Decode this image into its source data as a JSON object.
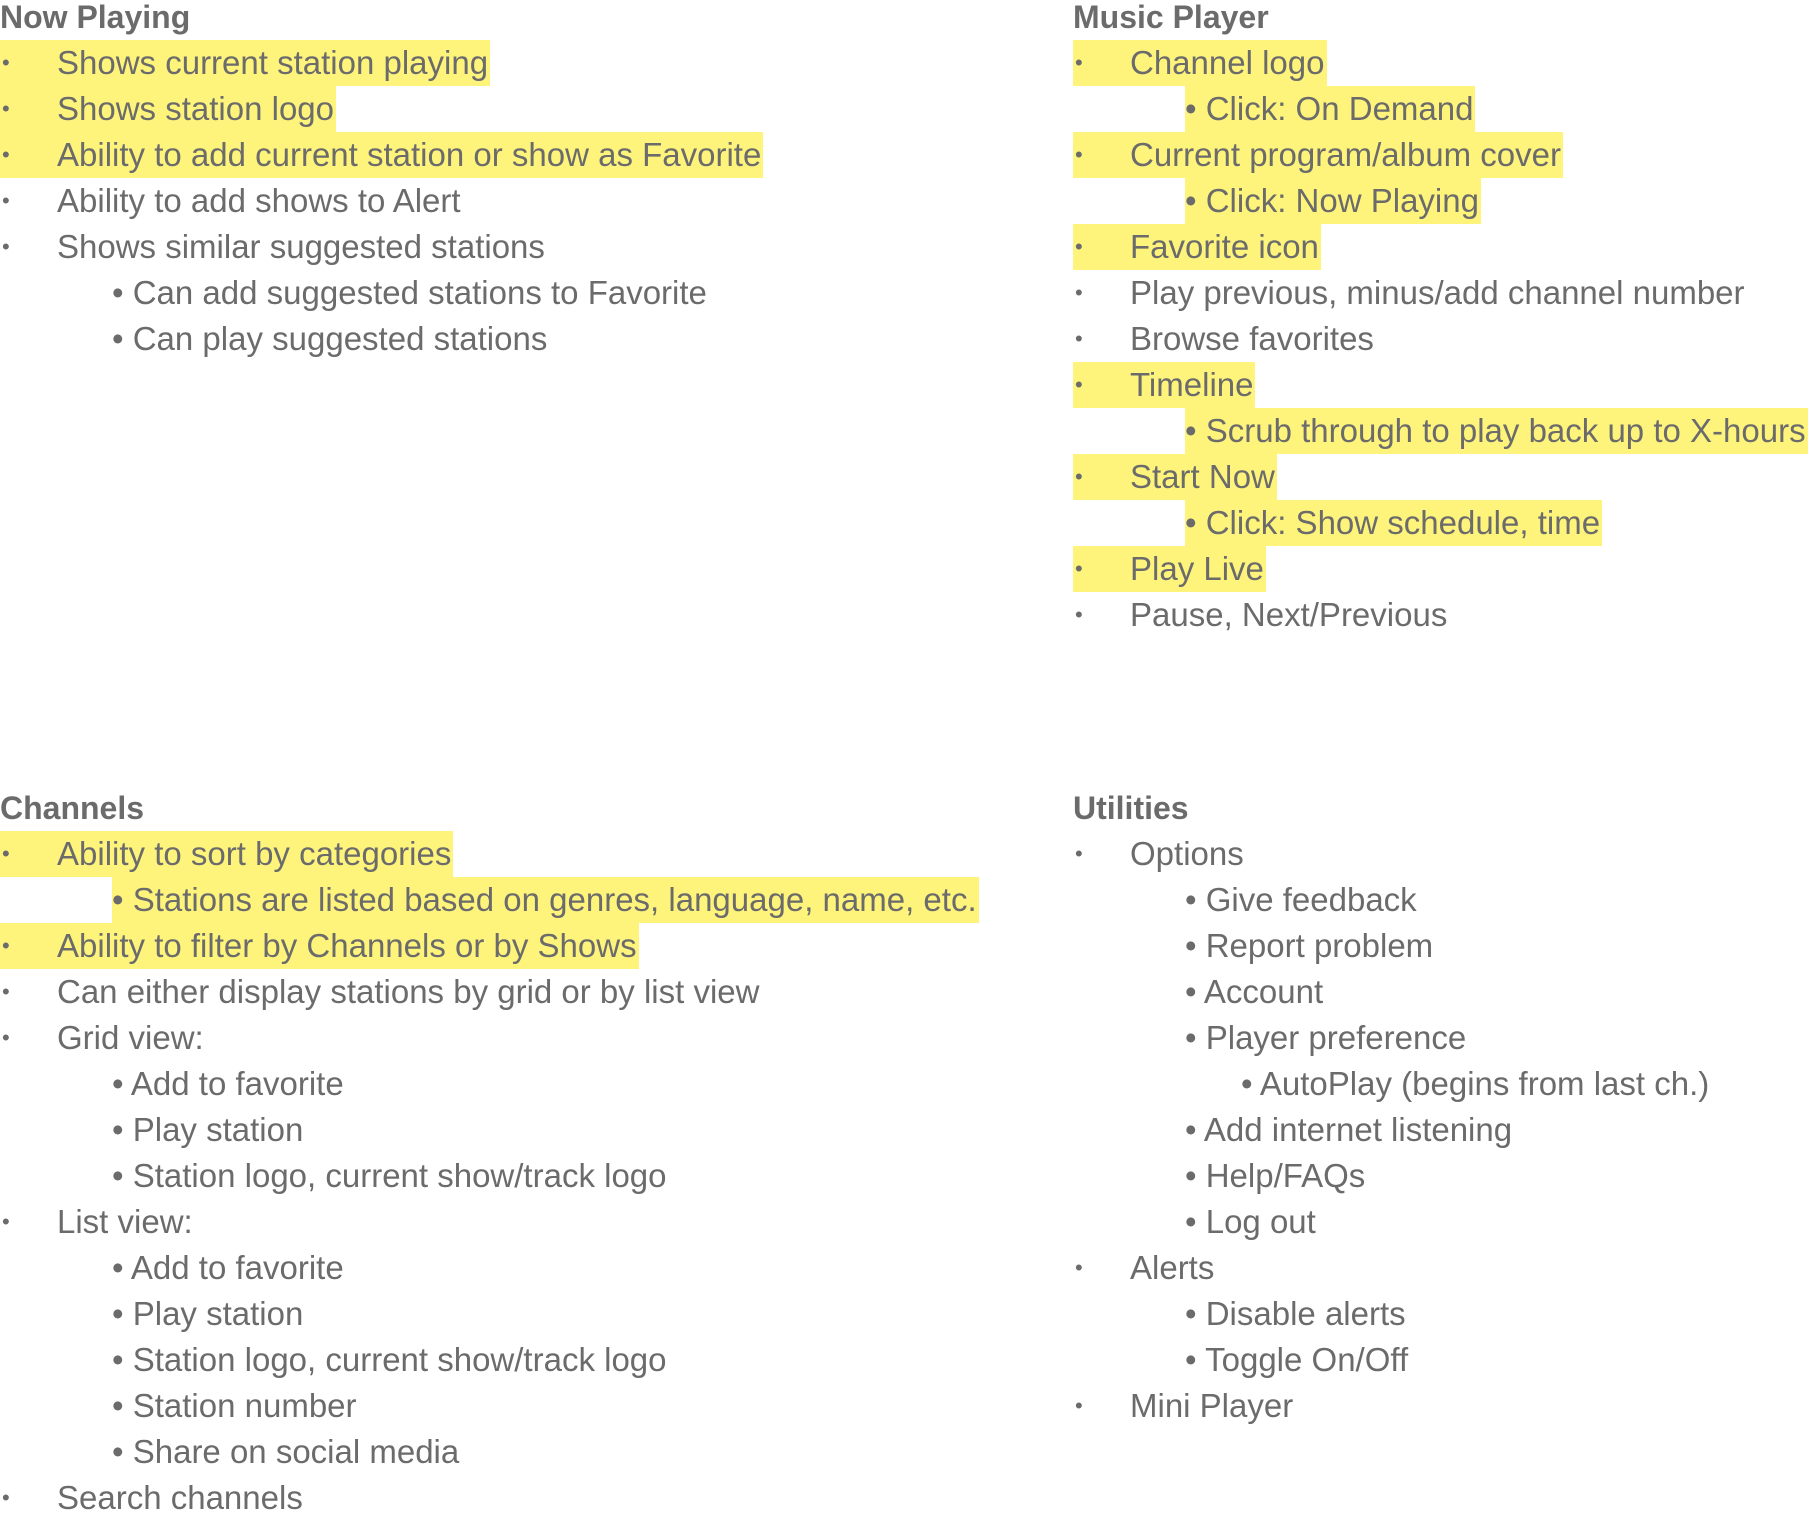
{
  "sections": {
    "now_playing": {
      "title": "Now Playing",
      "items": [
        {
          "text": "Shows current station playing",
          "level": 1,
          "highlight": true
        },
        {
          "text": "Shows station logo",
          "level": 1,
          "highlight": true
        },
        {
          "text": "Ability to add current station or show as Favorite",
          "level": 1,
          "highlight": true
        },
        {
          "text": "Ability to add shows to Alert",
          "level": 1,
          "highlight": false
        },
        {
          "text": "Shows similar suggested stations",
          "level": 1,
          "highlight": false
        },
        {
          "text": "• Can add suggested stations to Favorite",
          "level": 2,
          "highlight": false
        },
        {
          "text": "• Can play suggested stations",
          "level": 2,
          "highlight": false
        }
      ]
    },
    "music_player": {
      "title": "Music Player",
      "items": [
        {
          "text": "Channel logo",
          "level": 1,
          "highlight": true
        },
        {
          "text": "• Click: On Demand",
          "level": 2,
          "highlight": true
        },
        {
          "text": "Current program/album cover",
          "level": 1,
          "highlight": true
        },
        {
          "text": "• Click: Now Playing",
          "level": 2,
          "highlight": true
        },
        {
          "text": "Favorite icon",
          "level": 1,
          "highlight": true
        },
        {
          "text": "Play previous, minus/add channel number",
          "level": 1,
          "highlight": false
        },
        {
          "text": "Browse favorites",
          "level": 1,
          "highlight": false
        },
        {
          "text": "Timeline",
          "level": 1,
          "highlight": true
        },
        {
          "text": "• Scrub through to play back up to X-hours",
          "level": 2,
          "highlight": true
        },
        {
          "text": "Start Now",
          "level": 1,
          "highlight": true
        },
        {
          "text": "• Click: Show schedule, time",
          "level": 2,
          "highlight": true
        },
        {
          "text": "Play Live",
          "level": 1,
          "highlight": true
        },
        {
          "text": "Pause, Next/Previous",
          "level": 1,
          "highlight": false
        }
      ]
    },
    "channels": {
      "title": "Channels",
      "items": [
        {
          "text": "Ability to sort by categories",
          "level": 1,
          "highlight": true
        },
        {
          "text": "• Stations are listed based on genres, language, name, etc.",
          "level": 2,
          "highlight": true
        },
        {
          "text": "Ability to filter by Channels or by Shows",
          "level": 1,
          "highlight": true
        },
        {
          "text": "Can either display stations by grid or by list view",
          "level": 1,
          "highlight": false
        },
        {
          "text": "Grid view:",
          "level": 1,
          "highlight": false
        },
        {
          "text": "• Add to favorite",
          "level": 2,
          "highlight": false
        },
        {
          "text": "• Play station",
          "level": 2,
          "highlight": false
        },
        {
          "text": "• Station logo, current show/track logo",
          "level": 2,
          "highlight": false
        },
        {
          "text": "List view:",
          "level": 1,
          "highlight": false
        },
        {
          "text": "• Add to favorite",
          "level": 2,
          "highlight": false
        },
        {
          "text": "• Play station",
          "level": 2,
          "highlight": false
        },
        {
          "text": "• Station logo, current show/track logo",
          "level": 2,
          "highlight": false
        },
        {
          "text": "• Station number",
          "level": 2,
          "highlight": false
        },
        {
          "text": "• Share on social media",
          "level": 2,
          "highlight": false
        },
        {
          "text": "Search channels",
          "level": 1,
          "highlight": false
        }
      ]
    },
    "utilities": {
      "title": "Utilities",
      "items": [
        {
          "text": "Options",
          "level": 1,
          "highlight": false
        },
        {
          "text": "• Give feedback",
          "level": 2,
          "highlight": false
        },
        {
          "text": "• Report problem",
          "level": 2,
          "highlight": false
        },
        {
          "text": "• Account",
          "level": 2,
          "highlight": false
        },
        {
          "text": "• Player preference",
          "level": 2,
          "highlight": false
        },
        {
          "text": "• AutoPlay (begins from last ch.)",
          "level": 3,
          "highlight": false
        },
        {
          "text": "• Add internet listening",
          "level": 2,
          "highlight": false
        },
        {
          "text": "• Help/FAQs",
          "level": 2,
          "highlight": false
        },
        {
          "text": "• Log out",
          "level": 2,
          "highlight": false
        },
        {
          "text": "Alerts",
          "level": 1,
          "highlight": false
        },
        {
          "text": "• Disable alerts",
          "level": 2,
          "highlight": false
        },
        {
          "text": "• Toggle On/Off",
          "level": 2,
          "highlight": false
        },
        {
          "text": "Mini Player",
          "level": 1,
          "highlight": false
        }
      ]
    }
  },
  "bullet_glyph": "•",
  "colors": {
    "text": "#6b6b6b",
    "highlight": "#fef47c",
    "background": "#ffffff"
  }
}
